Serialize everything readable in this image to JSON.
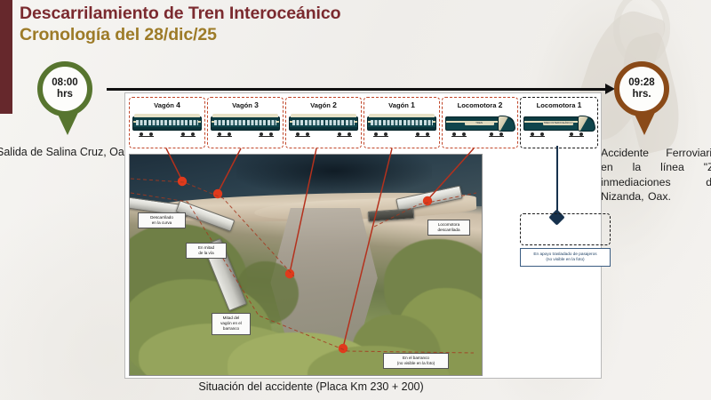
{
  "slide": {
    "title_line1": "Descarrilamiento de Tren Interoceánico",
    "title_line2": "Cronología del 28/dic/25",
    "accent_maroon": "#7b2a2f",
    "accent_gold": "#9d7b28",
    "bar_color": "#66282c"
  },
  "timeline": {
    "start_pin": {
      "time": "08:00",
      "unit": "hrs",
      "color": "#57752f",
      "caption": "Salida de Salina Cruz, Oax."
    },
    "end_pin": {
      "time": "09:28",
      "unit": "hrs.",
      "color": "#8a4a18",
      "caption": "Accidente Ferroviario en la línea \"Z\" inmediaciones de Nizanda, Oax."
    }
  },
  "consist": {
    "box_color": "#c0472a",
    "highlight_box_color": "#1b1b1b",
    "cars": [
      {
        "label_prefix": "Vagón ",
        "number": "4",
        "type": "coach",
        "boxed": "red"
      },
      {
        "label_prefix": "Vagón ",
        "number": "3",
        "type": "coach",
        "boxed": "red"
      },
      {
        "label_prefix": "Vagón ",
        "number": "2",
        "type": "coach",
        "boxed": "red"
      },
      {
        "label_prefix": "Vagón ",
        "number": "1",
        "type": "coach",
        "boxed": "red"
      },
      {
        "label_prefix": "Locomotora ",
        "number": "2",
        "type": "locomotive",
        "boxed": "red"
      },
      {
        "label_prefix": "Locomotora ",
        "number": "1",
        "type": "locomotive",
        "boxed": "black"
      }
    ],
    "locomotive_legend": "TREN INTEROCEÁNICO"
  },
  "photo_callouts": [
    {
      "id": "curva",
      "text": "Descarrilado\nen la curva"
    },
    {
      "id": "via",
      "text": "En mitad\nde la vía"
    },
    {
      "id": "barranco1",
      "text": "Mitad del\nvagón en el\nbarranco"
    },
    {
      "id": "barranco2",
      "text": "En el barranco\n(no visible en la foto)"
    },
    {
      "id": "loco",
      "text": "Locomotora\ndescarrilada"
    }
  ],
  "support_note": {
    "text": "En apoyo trasladado de pasajeros\n(no visible en la foto)",
    "color": "#1d3f63"
  },
  "bottom_caption": "Situación del accidente (Placa Km 230 + 200)"
}
